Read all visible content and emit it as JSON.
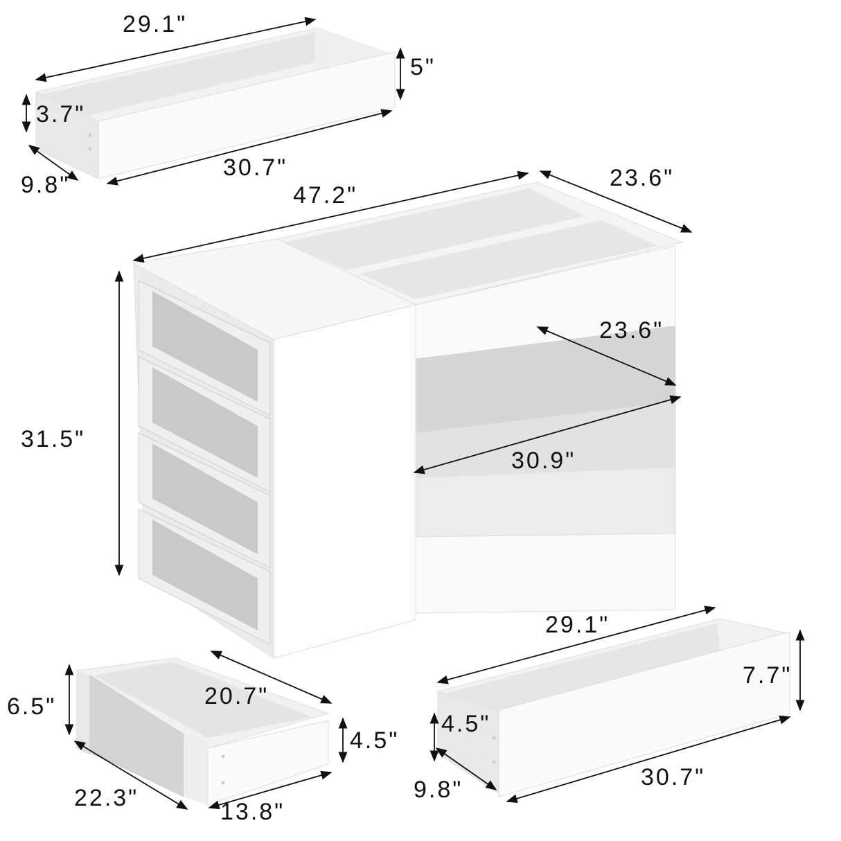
{
  "top_drawer": {
    "back_width": "29.1\"",
    "front_width": "30.7\"",
    "front_height": "5\"",
    "side_height": "3.7\"",
    "depth": "9.8\""
  },
  "cabinet": {
    "width": "47.2\"",
    "depth": "23.6\"",
    "height": "31.5\"",
    "shelf_depth": "23.6\"",
    "shelf_width": "30.9\""
  },
  "small_drawer": {
    "front_height": "6.5\"",
    "depth": "20.7\"",
    "back_height": "4.5\"",
    "length": "22.3\"",
    "width": "13.8\""
  },
  "bottom_drawer": {
    "back_width": "29.1\"",
    "front_height": "7.7\"",
    "side_height": "4.5\"",
    "depth": "9.8\"",
    "front_width": "30.7\""
  },
  "colors": {
    "panel": "#ffffff",
    "panel_shade": "#eeeeee",
    "interior": "#e4e4e4",
    "glass": "#d5d5d5",
    "arrow": "#111111"
  }
}
